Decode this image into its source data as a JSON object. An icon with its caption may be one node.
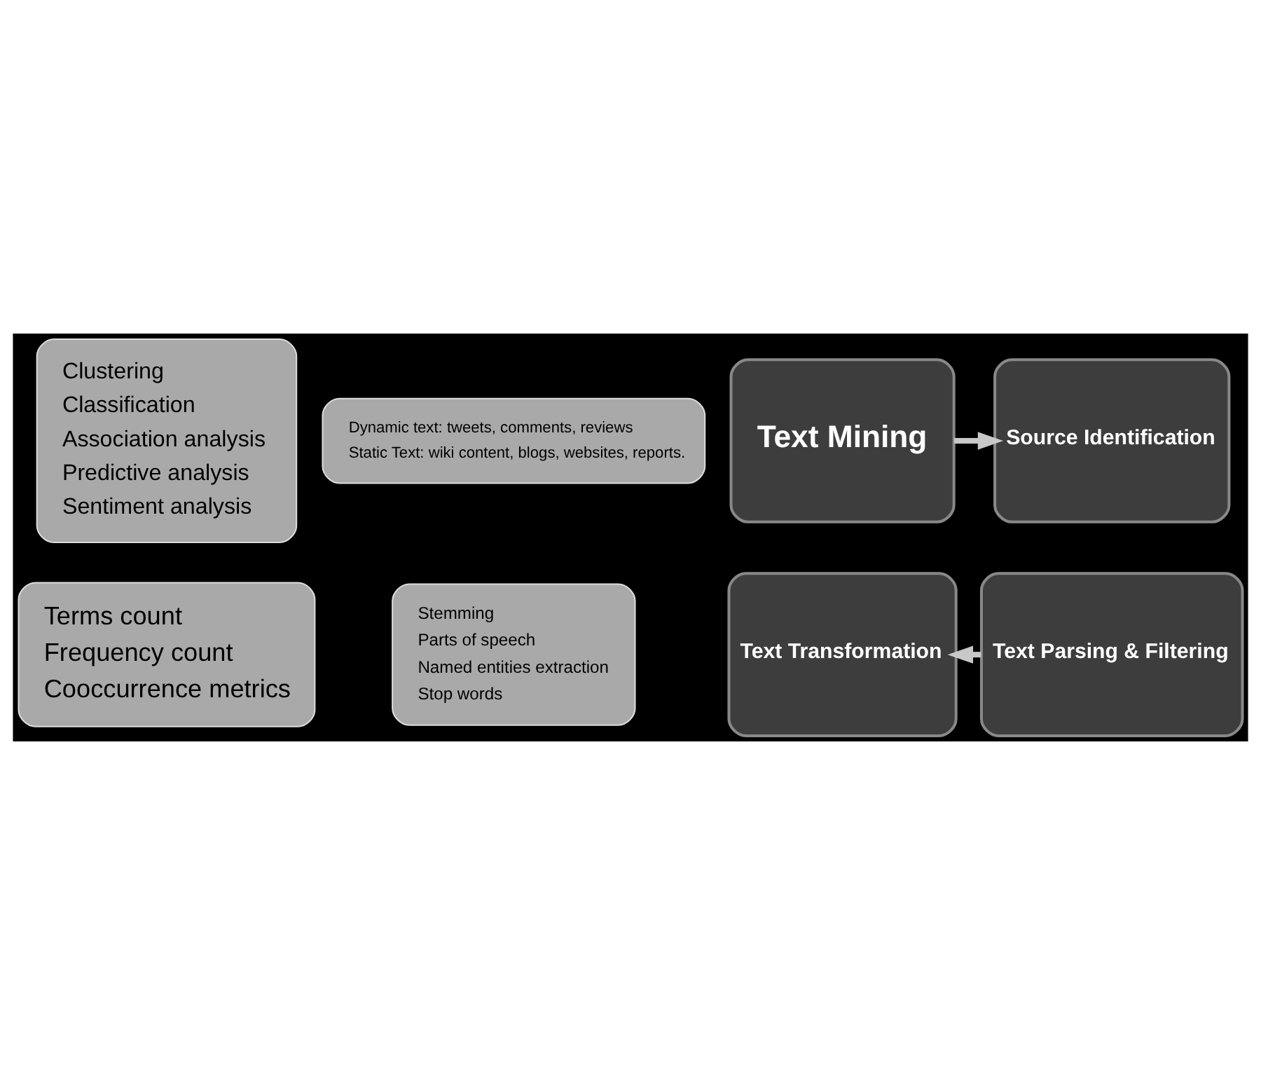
{
  "diagram": {
    "nodes": [
      {
        "text": [
          "Clustering",
          "Classification",
          "Association analysis",
          "Predictive analysis",
          "Sentiment analysis"
        ]
      },
      {
        "text": [
          "Dynamic text: tweets, comments, reviews",
          "Static Text: wiki content, blogs, websites, reports."
        ]
      },
      {
        "text": [
          "Text Mining"
        ]
      },
      {
        "text": [
          "Source Identification"
        ]
      },
      {
        "text": [
          "Text Transformation"
        ]
      },
      {
        "text": [
          "Text Parsing & Filtering"
        ]
      },
      {
        "text": [
          "Terms count",
          "Frequency count",
          "Cooccurrence metrics"
        ]
      },
      {
        "text": [
          "Stemming",
          "Parts of speech",
          "Named entities extraction",
          "Stop words"
        ]
      }
    ],
    "edges": [
      {
        "from": 2,
        "to": 3,
        "arrow": "to"
      },
      {
        "from": 5,
        "to": 4,
        "arrow": "to"
      }
    ]
  }
}
